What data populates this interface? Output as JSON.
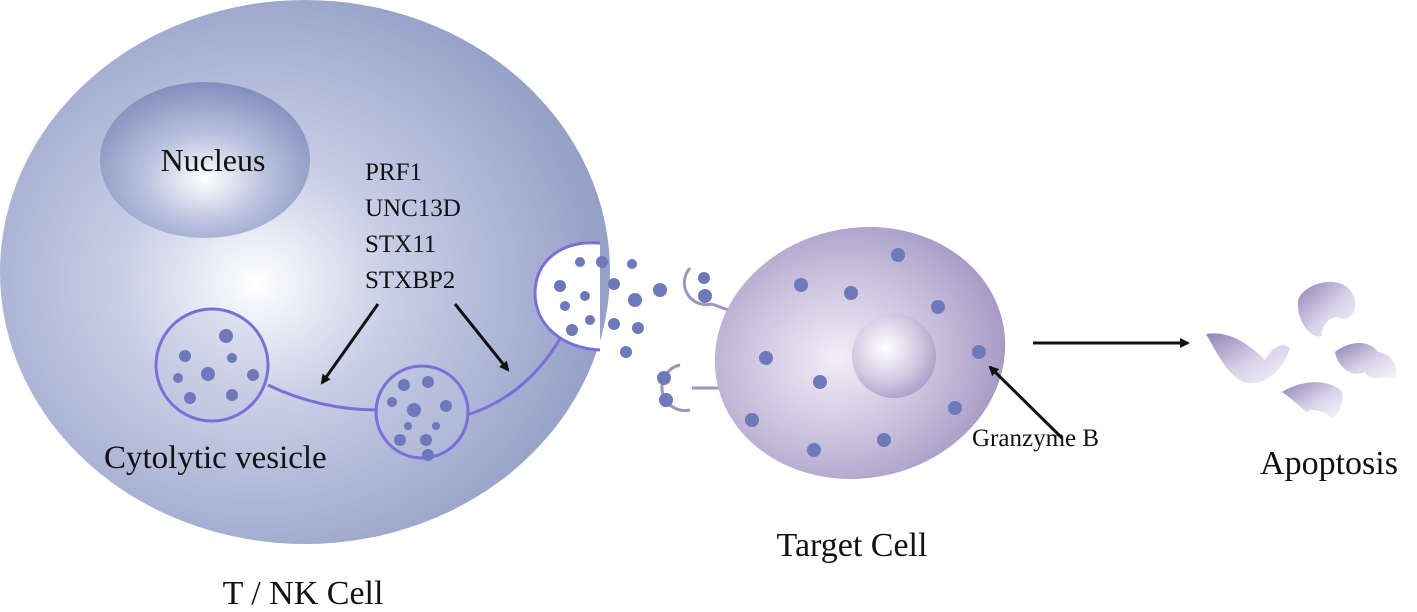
{
  "labels": {
    "nucleus": "Nucleus",
    "genes": [
      "PRF1",
      "UNC13D",
      "STX11",
      "STXBP2"
    ],
    "cytolytic_vesicle": "Cytolytic vesicle",
    "tnk_cell": "T / NK Cell",
    "target_cell": "Target Cell",
    "granzyme": "Granzyme B",
    "apoptosis": "Apoptosis"
  },
  "colors": {
    "tnk_cell": "#8f9ac4",
    "vesicle_outline": "#7a6fd8",
    "granule": "#6d79b8",
    "target_cell": "#a79bc6",
    "arrow": "#111111"
  }
}
